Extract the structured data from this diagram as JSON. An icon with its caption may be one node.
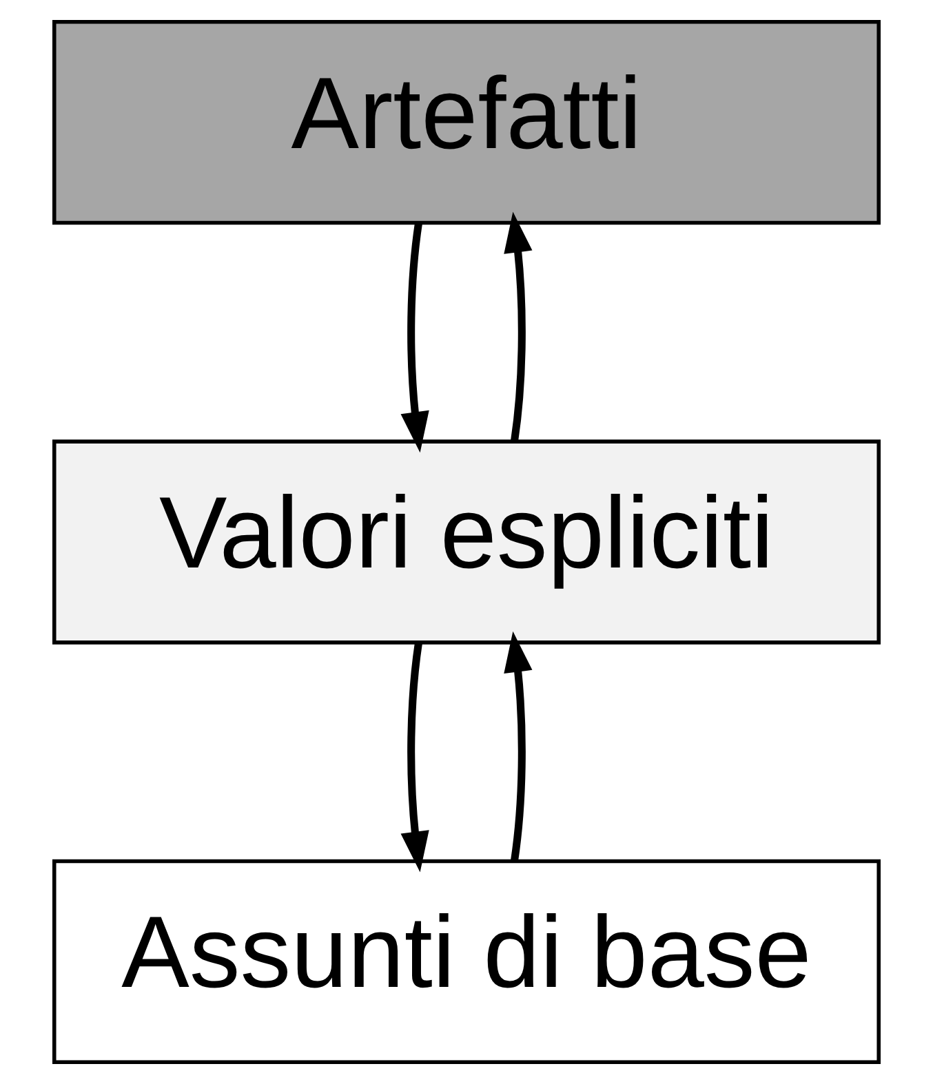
{
  "diagram": {
    "nodes": [
      {
        "text": [
          "Artefatti"
        ]
      },
      {
        "text": [
          "Valori espliciti"
        ]
      },
      {
        "text": [
          "Assunti di base"
        ]
      }
    ],
    "edges": [
      {
        "from": 0,
        "to": 1,
        "arrow": "to"
      },
      {
        "from": 1,
        "to": 0,
        "arrow": "to"
      },
      {
        "from": 1,
        "to": 2,
        "arrow": "to"
      },
      {
        "from": 2,
        "to": 1,
        "arrow": "to"
      }
    ]
  }
}
